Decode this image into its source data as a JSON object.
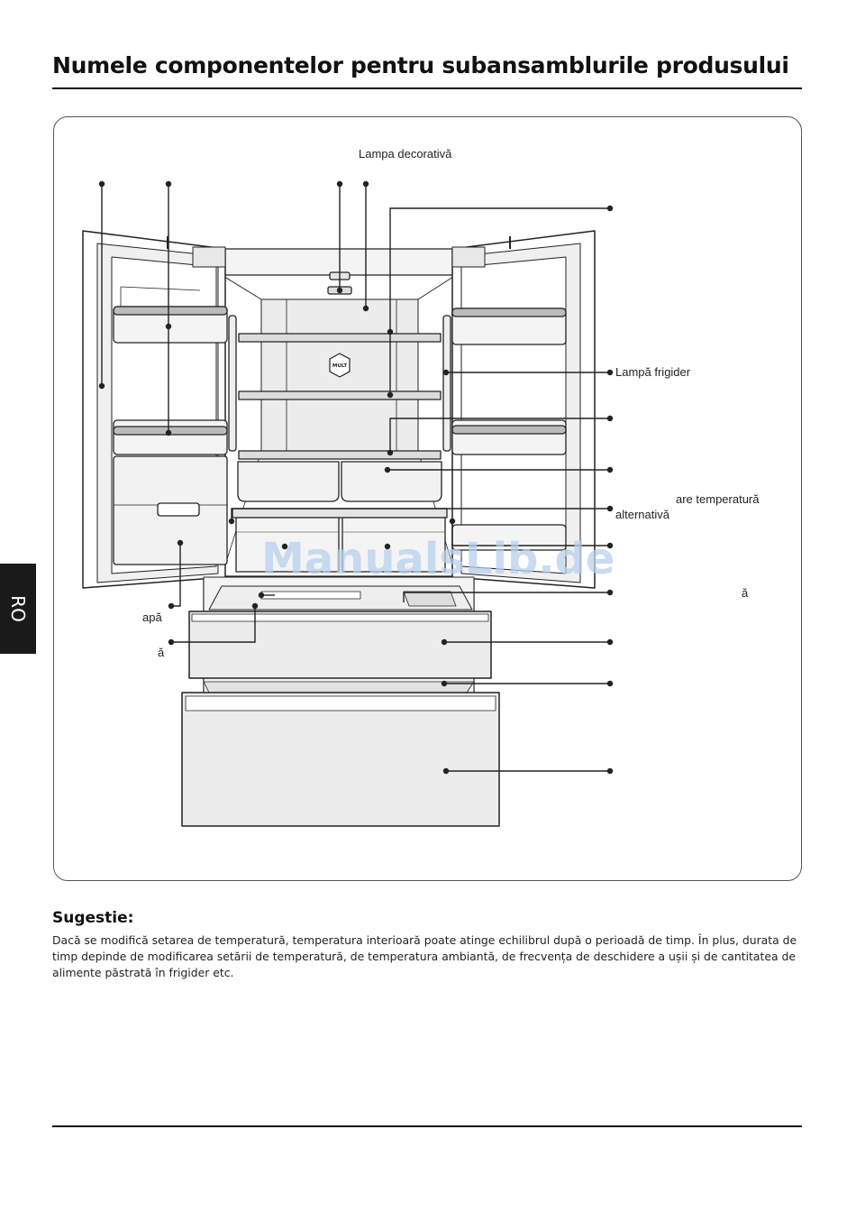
{
  "page": {
    "title": "Numele componentelor pentru subansamblurile produsului",
    "language_tab": "RO",
    "watermark": "ManualsLib.de"
  },
  "diagram": {
    "labels": {
      "lampa_decorativa": "Lampa decorativă",
      "lampa_frigider": "Lampă frigider",
      "temp_line1": "are temperatură",
      "temp_line2": "alternativă",
      "right_a": "ă",
      "left_apa": "apă",
      "left_a": "ă"
    },
    "badge_text": "MULT",
    "colors": {
      "line": "#222222",
      "bezel": "#cccccc",
      "steel": "#eeeeee",
      "frame": "#555555"
    }
  },
  "tip": {
    "heading": "Sugestie:",
    "text": "Dacă se modifică setarea de temperatură, temperatura interioară poate atinge echilibrul după o perioadă de timp. În plus, durata de timp depinde de modificarea setării de temperatură, de temperatura ambiantă, de frecvența de deschidere a ușii și de cantitatea de alimente păstrată în frigider etc."
  }
}
